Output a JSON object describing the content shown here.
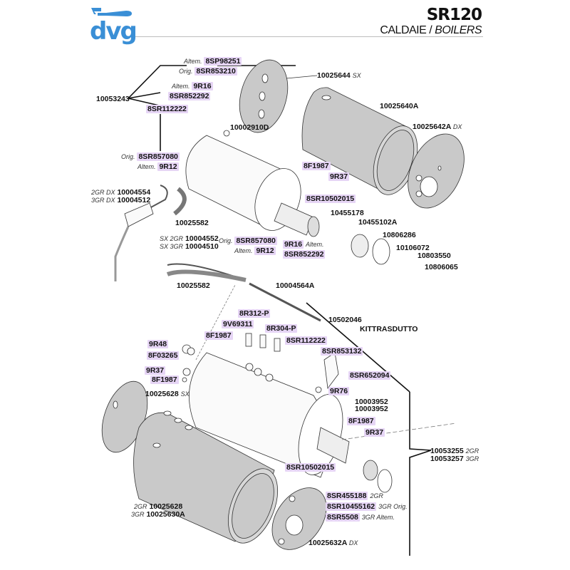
{
  "header": {
    "brand": "dvg",
    "model": "SR120",
    "title_it": "CALDAIE",
    "title_sep": " / ",
    "title_en": "BOILERS",
    "brand_color": "#3a8fd6",
    "highlight_color": "#e6d5f5"
  },
  "labels": {
    "top_group": "10053243",
    "altem_8sp98251": {
      "note": "Altem.",
      "code": "8SP98251"
    },
    "orig_8sr853210": {
      "note": "Orig.",
      "code": "8SR853210"
    },
    "altem_9r16_top": {
      "note": "Altem.",
      "code": "9R16"
    },
    "p8sr852292_top": "8SR852292",
    "p8sr112222_top": "8SR112222",
    "boiler_top": "10002910D",
    "orig_8sr857080_a": {
      "note": "Orig.",
      "code": "8SR857080"
    },
    "altem_9r12_a": {
      "note": "Altem.",
      "code": "9R12"
    },
    "cap_sx_top": {
      "code": "10025644",
      "note": "SX"
    },
    "shell_top": "10025640A",
    "cap_dx_top": {
      "code": "10025642A",
      "note": "DX"
    },
    "p8f1987_a": "8F1987",
    "p9r37_a": "9R37",
    "heater_top": "8SR10502015",
    "p10455178": "10455178",
    "p10455102a": "10455102A",
    "p10806286": "10806286",
    "p10106072": "10106072",
    "p10803550": "10803550",
    "p10806065": "10806065",
    "p9r16_b": {
      "code": "9R16",
      "note": "Altem."
    },
    "p8sr852292_b": "8SR852292",
    "tube_dx": [
      {
        "note": "2GR DX",
        "code": "10004554"
      },
      {
        "note": "3GR DX",
        "code": "10004512"
      }
    ],
    "hose_a": "10025582",
    "tube_sx": [
      {
        "note": "SX 2GR",
        "code": "10004552"
      },
      {
        "note": "SX 3GR",
        "code": "10004510"
      }
    ],
    "orig_8sr857080_b": {
      "note": "Orig.",
      "code": "8SR857080"
    },
    "altem_9r12_b": {
      "note": "Altem.",
      "code": "9R12"
    },
    "hose_b": "10025582",
    "tube_long": "10004564A",
    "p10502046": "10502046",
    "kit": "KITTRASDUTTO",
    "p8r312p": "8R312-P",
    "p9v69311": "9V69311",
    "p8r304p": "8R304-P",
    "p8f1987_b": "8F1987",
    "p8sr112222_b": "8SR112222",
    "p8sr853132": "8SR853132",
    "p9r48": "9R48",
    "p8f03265": "8F03265",
    "p9r37_b": "9R37",
    "p8f1987_c": "8F1987",
    "p8sr652094": "8SR652094",
    "cap_sx_bottom": {
      "code": "10025628",
      "note": "SX"
    },
    "p9r76": "9R76",
    "boiler_bottom": [
      "10003952",
      "10003952"
    ],
    "p8f1987_d": "8F1987",
    "p9r37_c": "9R37",
    "bottom_group": [
      {
        "code": "10053255",
        "note": "2GR"
      },
      {
        "code": "10053257",
        "note": "3GR"
      }
    ],
    "heater_bottom": "8SR10502015",
    "element_opts": [
      {
        "code": "8SR455188",
        "note": "2GR"
      },
      {
        "code": "8SR10455162",
        "note": "3GR Orig."
      },
      {
        "code": "8SR5508",
        "note": "3GR Altem."
      }
    ],
    "shell_bottom": [
      {
        "note": "2GR",
        "code": "10025628"
      },
      {
        "note": "3GR",
        "code": "10025630A"
      }
    ],
    "cap_dx_bottom": {
      "code": "10025632A",
      "note": "DX"
    }
  }
}
